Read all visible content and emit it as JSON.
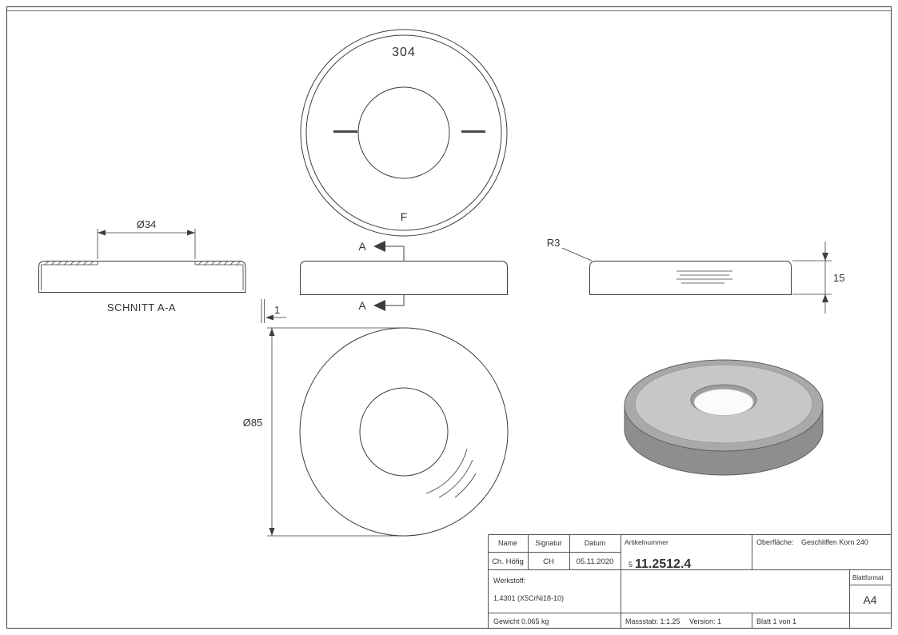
{
  "views": {
    "top_view": {
      "marking": "304",
      "stamp": "F"
    },
    "section_label": "SCHNITT A-A",
    "cut_letter": "A"
  },
  "dimensions": {
    "inner_diameter": "Ø34",
    "outer_diameter": "Ø85",
    "height": "15",
    "radius": "R3",
    "thickness": "1"
  },
  "title_block": {
    "col_name": "Name",
    "col_signature": "Signatur",
    "col_date": "Datum",
    "name": "Ch. Höfig",
    "signature": "CH",
    "date": "05.11.2020",
    "article_label": "Artikelnummer",
    "article_prefix": "5",
    "article_number": "11.2512.4",
    "surface_label": "Oberfläche:",
    "surface_value": "Geschliffen Korn 240",
    "material_label": "Werkstoff:",
    "material_value": "1.4301 (X5CrNi18-10)",
    "format_label": "Blattformat",
    "format_value": "A4",
    "weight": "Gewicht 0.065 kg",
    "scale": "Massstab: 1:1.25",
    "version": "Version: 1",
    "sheet": "Blatt 1 von 1"
  }
}
